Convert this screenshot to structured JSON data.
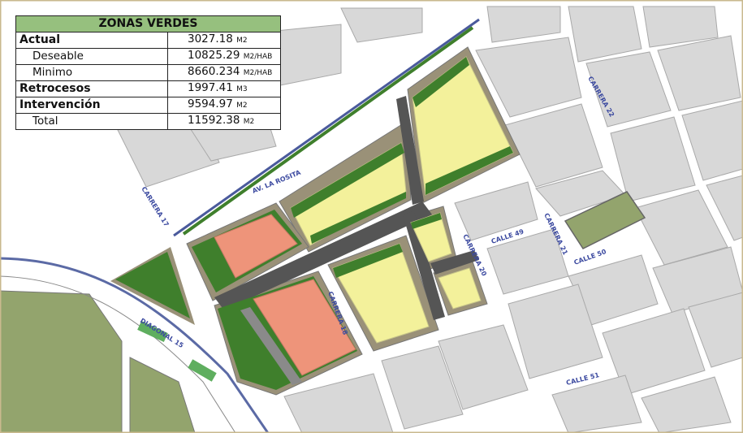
{
  "colors": {
    "block": "#d8d8d8",
    "block_stroke": "#a9a9a9",
    "street": "#ffffff",
    "road_dark": "#555555",
    "border_brown": "#9a9178",
    "green": "#3f7f2c",
    "green_large": "#93a46d",
    "yellow": "#f3f19b",
    "salmon": "#ee947a",
    "header": "#96c07e",
    "label": "#3c4aa0"
  },
  "legend": {
    "title": "ZONAS VERDES",
    "rows": [
      {
        "label": "Actual",
        "value": "3027.18",
        "unit": "M2",
        "style": "main"
      },
      {
        "label": "Deseable",
        "value": "10825.29",
        "unit": "M2/HAB",
        "style": "sub"
      },
      {
        "label": "Minimo",
        "value": "8660.234",
        "unit": "M2/HAB",
        "style": "sub"
      },
      {
        "label": "Retrocesos",
        "value": "1997.41",
        "unit": "M3",
        "style": "main"
      },
      {
        "label": "Intervención",
        "value": "9594.97",
        "unit": "M2",
        "style": "main"
      },
      {
        "label": "Total",
        "value": "11592.38",
        "unit": "M2",
        "style": "sub"
      }
    ]
  },
  "streets": {
    "av_la_rosita": "AV. LA ROSITA",
    "carrera_17": "CARRERA 17",
    "diagonal_15": "DIAGONAL 15",
    "carrera_18": "CARRERA 18",
    "carrera_20": "CARRERA 20",
    "carrera_21": "CARRERA 21",
    "carrera_22": "CARRERA 22",
    "calle_49": "CALLE 49",
    "calle_50": "CALLE 50",
    "calle_51": "CALLE 51"
  }
}
